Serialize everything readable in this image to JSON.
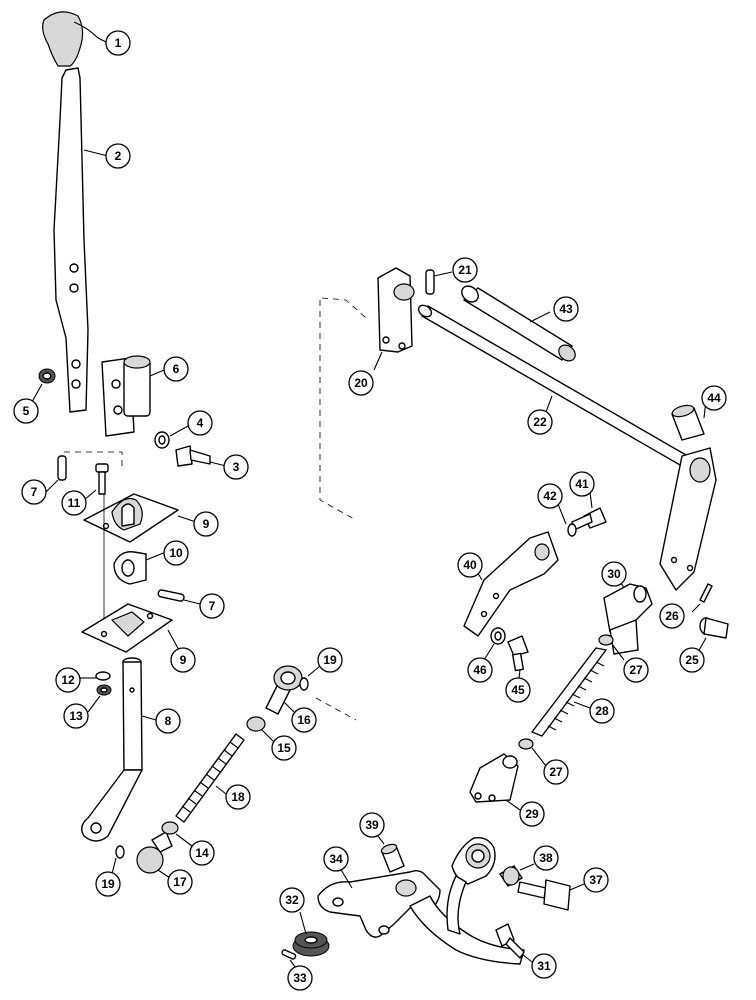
{
  "callouts": [
    {
      "id": "c1",
      "label": "1"
    },
    {
      "id": "c2",
      "label": "2"
    },
    {
      "id": "c3",
      "label": "3"
    },
    {
      "id": "c4",
      "label": "4"
    },
    {
      "id": "c5",
      "label": "5"
    },
    {
      "id": "c6",
      "label": "6"
    },
    {
      "id": "c7a",
      "label": "7"
    },
    {
      "id": "c7b",
      "label": "7"
    },
    {
      "id": "c8",
      "label": "8"
    },
    {
      "id": "c9a",
      "label": "9"
    },
    {
      "id": "c9b",
      "label": "9"
    },
    {
      "id": "c10",
      "label": "10"
    },
    {
      "id": "c11",
      "label": "11"
    },
    {
      "id": "c12",
      "label": "12"
    },
    {
      "id": "c13",
      "label": "13"
    },
    {
      "id": "c14",
      "label": "14"
    },
    {
      "id": "c15",
      "label": "15"
    },
    {
      "id": "c16",
      "label": "16"
    },
    {
      "id": "c17",
      "label": "17"
    },
    {
      "id": "c18",
      "label": "18"
    },
    {
      "id": "c19a",
      "label": "19"
    },
    {
      "id": "c19b",
      "label": "19"
    },
    {
      "id": "c20",
      "label": "20"
    },
    {
      "id": "c21",
      "label": "21"
    },
    {
      "id": "c22",
      "label": "22"
    },
    {
      "id": "c25",
      "label": "25"
    },
    {
      "id": "c26",
      "label": "26"
    },
    {
      "id": "c27a",
      "label": "27"
    },
    {
      "id": "c27b",
      "label": "27"
    },
    {
      "id": "c28",
      "label": "28"
    },
    {
      "id": "c29",
      "label": "29"
    },
    {
      "id": "c30",
      "label": "30"
    },
    {
      "id": "c31",
      "label": "31"
    },
    {
      "id": "c32",
      "label": "32"
    },
    {
      "id": "c33",
      "label": "33"
    },
    {
      "id": "c34",
      "label": "34"
    },
    {
      "id": "c37",
      "label": "37"
    },
    {
      "id": "c38",
      "label": "38"
    },
    {
      "id": "c39",
      "label": "39"
    },
    {
      "id": "c40",
      "label": "40"
    },
    {
      "id": "c41",
      "label": "41"
    },
    {
      "id": "c42",
      "label": "42"
    },
    {
      "id": "c43",
      "label": "43"
    },
    {
      "id": "c44",
      "label": "44"
    },
    {
      "id": "c45",
      "label": "45"
    },
    {
      "id": "c46",
      "label": "46"
    }
  ]
}
